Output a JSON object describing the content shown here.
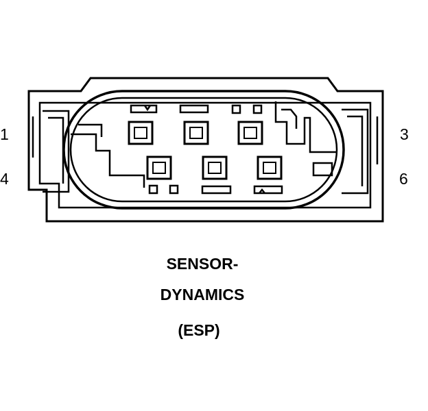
{
  "pin_labels": {
    "pin_1": "1",
    "pin_3": "3",
    "pin_4": "4",
    "pin_6": "6"
  },
  "caption": {
    "line_1": "SENSOR-",
    "line_2": "DYNAMICS",
    "line_3": "(ESP)"
  },
  "colors": {
    "line": "#000000",
    "background": "#ffffff"
  }
}
